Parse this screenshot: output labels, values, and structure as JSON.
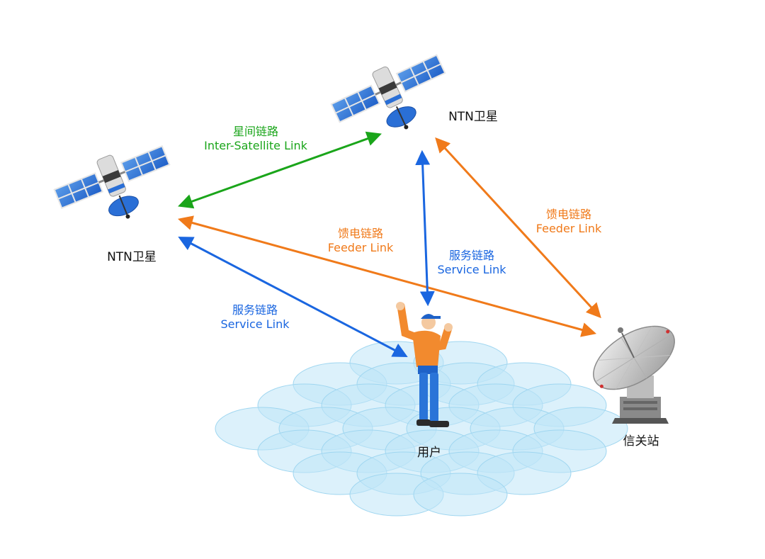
{
  "colors": {
    "isl": "#1aa51a",
    "feeder": "#f07a1a",
    "service": "#1a66e0",
    "cell_fill": "#bfe6f7",
    "cell_stroke": "#9fd6f0"
  },
  "nodes": {
    "satellite_top": "NTN卫星",
    "satellite_left": "NTN卫星",
    "user": "用户",
    "gateway": "信关站"
  },
  "links": {
    "isl": {
      "zh": "星间链路",
      "en": "Inter-Satellite Link"
    },
    "feeder_right": {
      "zh": "馈电链路",
      "en": "Feeder Link"
    },
    "feeder_mid": {
      "zh": "馈电链路",
      "en": "Feeder Link"
    },
    "service_mid": {
      "zh": "服务链路",
      "en": "Service Link"
    },
    "service_left": {
      "zh": "服务链路",
      "en": "Service Link"
    }
  },
  "icons": [
    "satellite-icon",
    "person-icon",
    "dish-antenna-icon",
    "coverage-cells"
  ]
}
